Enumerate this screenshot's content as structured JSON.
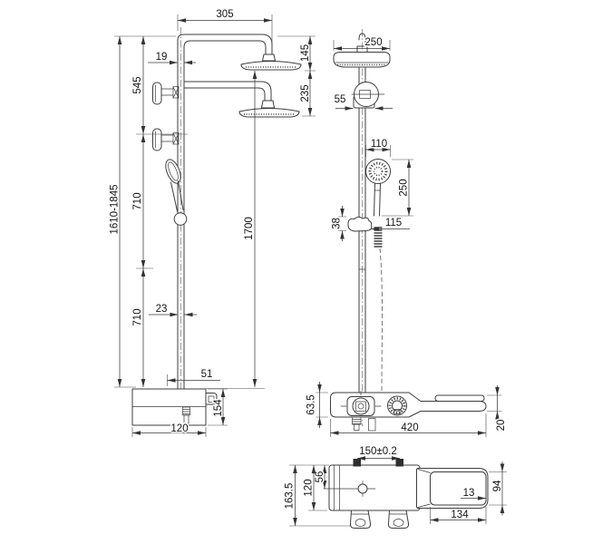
{
  "drawing": {
    "description": "Thermostatic shower column technical dimension drawing, three views",
    "background": "#ffffff",
    "line_color": "#3d3d3d",
    "dimensions": {
      "front": {
        "arm_length": "305",
        "pipe_width_top": "19",
        "upper_segment": "545",
        "overall_height": "1610-1845",
        "mid_segment": "710",
        "lower_segment": "710",
        "pipe_width_bottom": "23",
        "head_drop": "145",
        "head_spacing": "235",
        "column_height": "1700",
        "base_offset": "51",
        "base_height": "154",
        "base_width": "120"
      },
      "side": {
        "head_diameter": "250",
        "wall_bracket_width": "55",
        "handshower_diameter": "110",
        "handshower_length": "250",
        "slider_height": "38",
        "slider_offset": "115",
        "mixer_height": "63.5",
        "mixer_width": "420",
        "shelf_edge": "20"
      },
      "top": {
        "inlet_spacing": "150±0.2",
        "inlet_offset": "56",
        "body_depth": "120",
        "overall_depth": "163.5",
        "shelf_rim": "13",
        "shelf_depth": "94",
        "shelf_width": "134"
      }
    }
  }
}
